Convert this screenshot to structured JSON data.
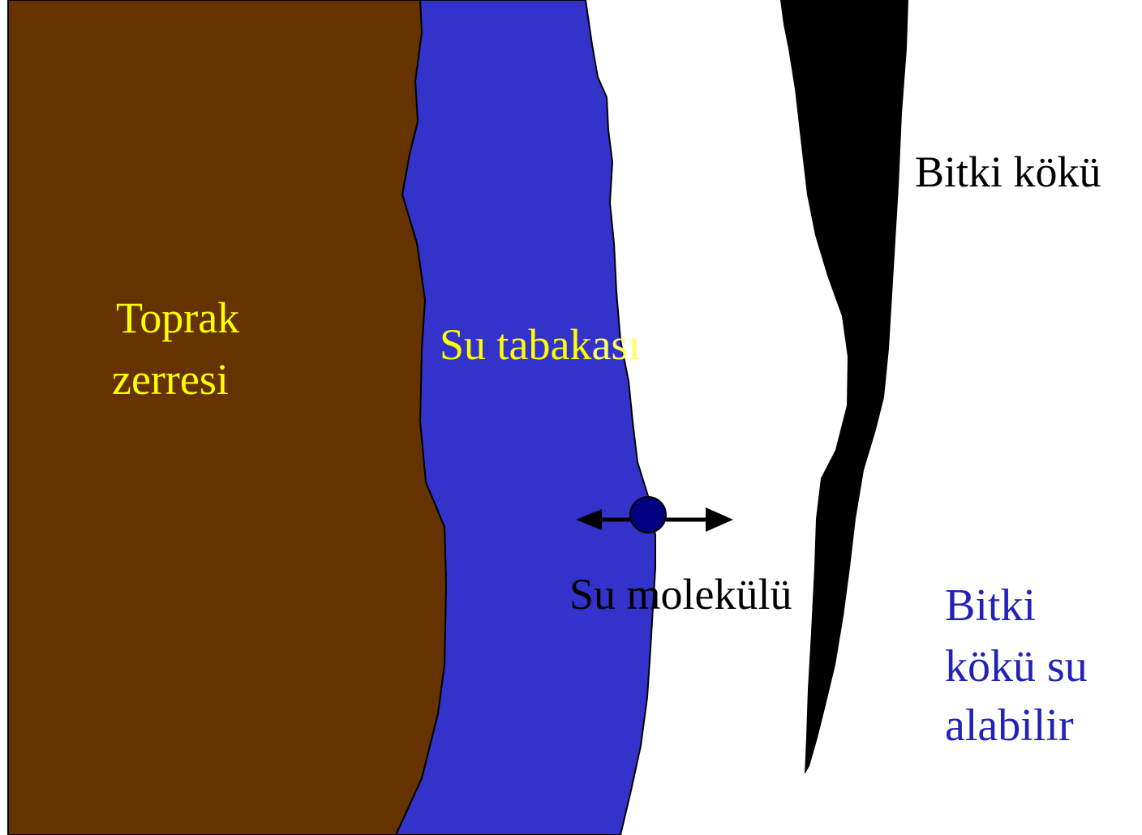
{
  "labels": {
    "soil_particle_line1": "Toprak",
    "soil_particle_line2": "zerresi",
    "water_layer_prefix": "Su tabak",
    "water_layer_suffix": "ası",
    "water_molecule": "Su molekülü",
    "plant_root": "Bitki kökü",
    "note_line1": "Bitki",
    "note_line2": "kökü su",
    "note_line3": "alabilir"
  },
  "colors": {
    "background": "#ffffff",
    "soil": "#663300",
    "water": "#3333cc",
    "root": "#000000",
    "molecule": "#000080",
    "soil_label": "#ffff00",
    "water_label": "#ffff00",
    "note_text": "#2222bb",
    "dark_text": "#000000"
  }
}
